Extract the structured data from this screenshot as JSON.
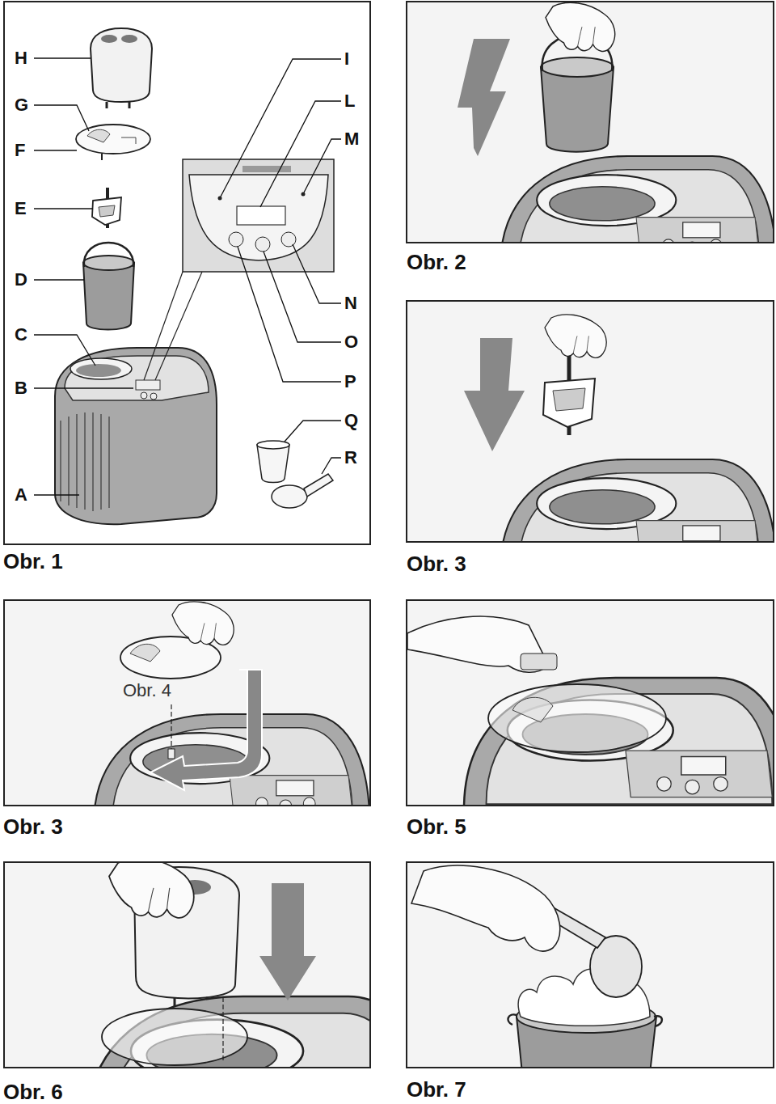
{
  "diagram": {
    "labels": [
      "H",
      "G",
      "F",
      "E",
      "D",
      "C",
      "B",
      "A",
      "I",
      "L",
      "M",
      "N",
      "O",
      "P",
      "Q",
      "R",
      "Obr. 1",
      "Obr. 2",
      "Obr. 3",
      "Obr. 4",
      "Obr. 3",
      "Obr. 5",
      "Obr. 6",
      "Obr. 7"
    ]
  }
}
